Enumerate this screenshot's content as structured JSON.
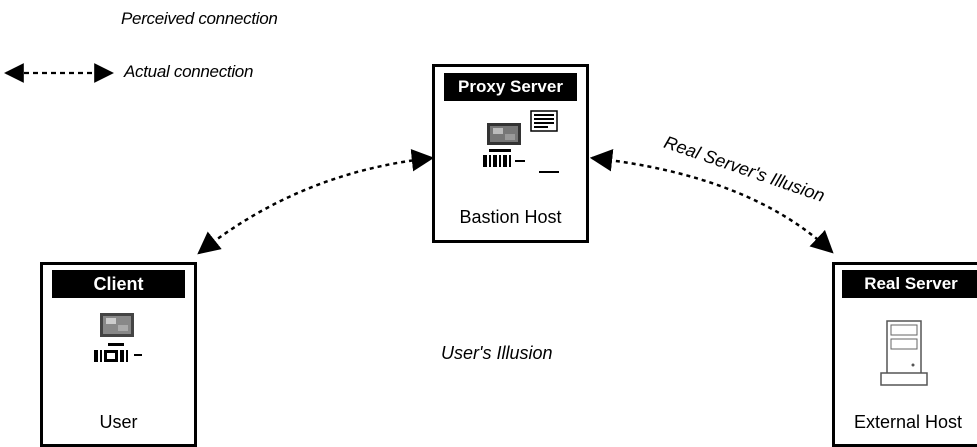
{
  "legend": {
    "perceived_label": "Perceived connection",
    "actual_label": "Actual connection"
  },
  "nodes": {
    "proxy": {
      "header": "Proxy Server",
      "footer": "Bastion Host"
    },
    "client": {
      "header": "Client",
      "footer": "User"
    },
    "real": {
      "header": "Real Server",
      "footer": "External Host"
    }
  },
  "labels": {
    "real_illusion": "Real Server's Illusion",
    "user_illusion": "User's Illusion"
  },
  "icons": {
    "proxy": "computer-icon",
    "client": "computer-icon",
    "real": "server-tower-icon"
  }
}
